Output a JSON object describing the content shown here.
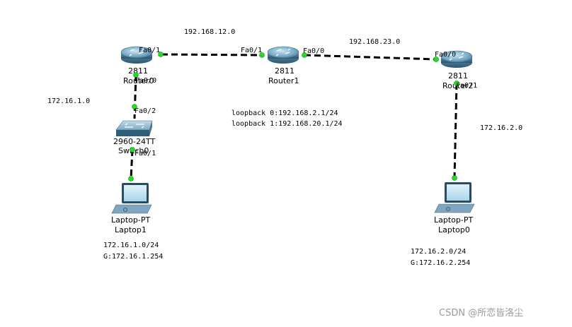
{
  "networks": {
    "r1_r2": "192.168.12.0",
    "r2_r3": "192.168.23.0",
    "left_lan": "172.16.1.0",
    "right_lan": "172.16.2.0"
  },
  "loopbacks": {
    "lo0": "loopback 0:192.168.2.1/24",
    "lo1": "loopback 1:192.168.20.1/24"
  },
  "devices": {
    "router_left": {
      "model": "2811",
      "name": "Router0"
    },
    "router_mid": {
      "model": "2811",
      "name": "Router1"
    },
    "router_right": {
      "model": "2811",
      "name": "Router2"
    },
    "switch": {
      "model": "2960-24TT",
      "name": "Switch0"
    },
    "laptop_left": {
      "model": "Laptop-PT",
      "name": "Laptop1"
    },
    "laptop_right": {
      "model": "Laptop-PT",
      "name": "Laptop0"
    }
  },
  "ports": {
    "r_left_fa01": "Fa0/1",
    "r_left_fa00": "Fa0/0",
    "r_mid_fa01": "Fa0/1",
    "r_mid_fa00": "Fa0/0",
    "r_right_fa00": "Fa0/0",
    "r_right_fa01": "Fa0/1",
    "sw_fa02": "Fa0/2",
    "sw_fa01": "Fa0/1"
  },
  "pc_config": {
    "left_net": "172.16.1.0/24",
    "left_gw": "G:172.16.1.254",
    "right_net": "172.16.2.0/24",
    "right_gw": "G:172.16.2.254"
  },
  "watermark": "CSDN @所恋皆洛尘"
}
